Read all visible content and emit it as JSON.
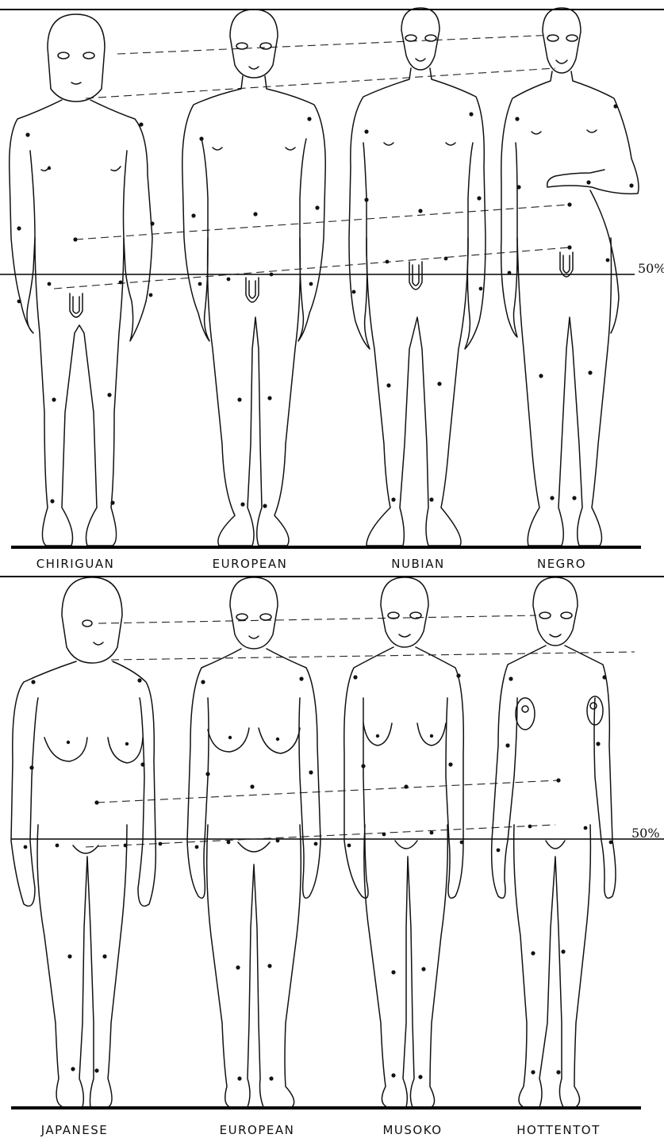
{
  "top_panel": {
    "labels": [
      "CHIRIGUAN",
      "EUROPEAN",
      "NUBIAN",
      "NEGRO"
    ],
    "midline_label": "50%"
  },
  "bottom_panel": {
    "labels": [
      "JAPANESE",
      "EUROPEAN",
      "MUSOKO",
      "HOTTENTOT"
    ],
    "midline_label": "50%"
  }
}
